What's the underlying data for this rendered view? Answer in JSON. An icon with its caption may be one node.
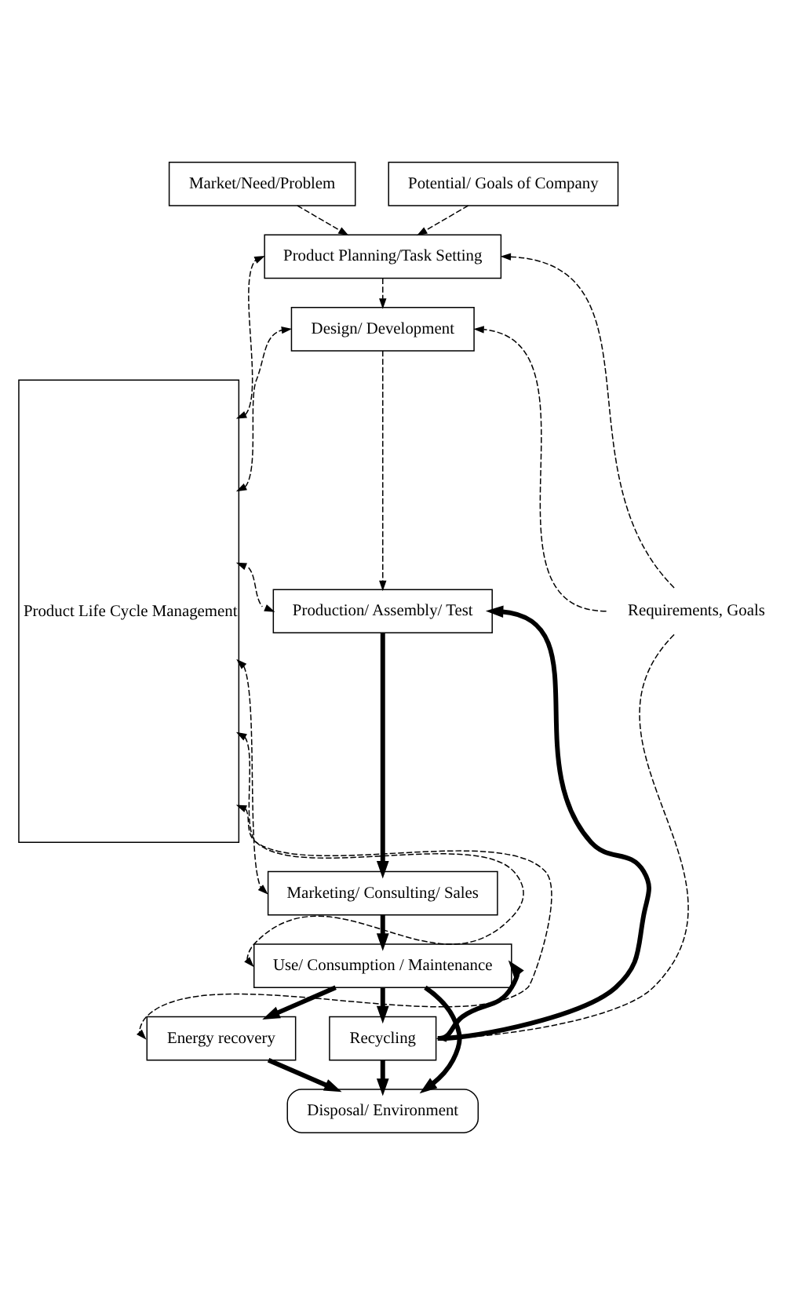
{
  "diagram": {
    "nodes": [
      {
        "text": [
          "Market/Need/Problem"
        ]
      },
      {
        "text": [
          "Potential/ Goals of Company"
        ]
      },
      {
        "text": [
          "Product Life Cycle Management"
        ]
      },
      {
        "text": [
          "Product Planning/Task Setting"
        ]
      },
      {
        "text": [
          "Design/ Development"
        ]
      },
      {
        "text": [
          "Production/ Assembly/ Test"
        ]
      },
      {
        "text": [
          "Marketing/ Consulting/ Sales"
        ]
      },
      {
        "text": [
          "Use/ Consumption / Maintenance"
        ]
      },
      {
        "text": [
          "Energy recovery"
        ]
      },
      {
        "text": [
          "Recycling"
        ]
      },
      {
        "text": [
          "Disposal/ Environment"
        ]
      },
      {
        "text": [
          "Requirements, Goals"
        ]
      }
    ],
    "edges": [
      {
        "from": 0,
        "to": 3,
        "arrow": "to",
        "style": "dashed"
      },
      {
        "from": 1,
        "to": 3,
        "arrow": "to",
        "style": "dashed"
      },
      {
        "from": 3,
        "to": 4,
        "arrow": "to",
        "style": "dashed"
      },
      {
        "from": 4,
        "to": 5,
        "arrow": "to",
        "style": "dashed"
      },
      {
        "from": 5,
        "to": 6,
        "arrow": "to",
        "style": "thick"
      },
      {
        "from": 6,
        "to": 7,
        "arrow": "to",
        "style": "thick"
      },
      {
        "from": 7,
        "to": 8,
        "arrow": "to",
        "style": "thick"
      },
      {
        "from": 7,
        "to": 10,
        "arrow": "to",
        "style": "thick"
      },
      {
        "from": 7,
        "to": 9,
        "arrow": "to",
        "style": "thick"
      },
      {
        "from": 8,
        "to": 10,
        "arrow": "to",
        "style": "thick"
      },
      {
        "from": 9,
        "to": 10,
        "arrow": "to",
        "style": "thick"
      },
      {
        "from": 9,
        "to": 5,
        "arrow": "to",
        "style": "thick"
      },
      {
        "from": 9,
        "to": 7,
        "arrow": "to",
        "style": "thick"
      },
      {
        "from": 2,
        "to": 3,
        "arrow": "both",
        "style": "dashed"
      },
      {
        "from": 2,
        "to": 4,
        "arrow": "both",
        "style": "dashed"
      },
      {
        "from": 2,
        "to": 5,
        "arrow": "both",
        "style": "dashed"
      },
      {
        "from": 2,
        "to": 6,
        "arrow": "both",
        "style": "dashed"
      },
      {
        "from": 2,
        "to": 7,
        "arrow": "both",
        "style": "dashed"
      },
      {
        "from": 2,
        "to": 8,
        "arrow": "both",
        "style": "dashed"
      },
      {
        "from": 11,
        "to": 3,
        "arrow": "to",
        "style": "dashed"
      },
      {
        "from": 11,
        "to": 4,
        "arrow": "to",
        "style": "dashed"
      },
      {
        "from": 11,
        "to": 9,
        "arrow": "to",
        "style": "dashed"
      }
    ]
  }
}
